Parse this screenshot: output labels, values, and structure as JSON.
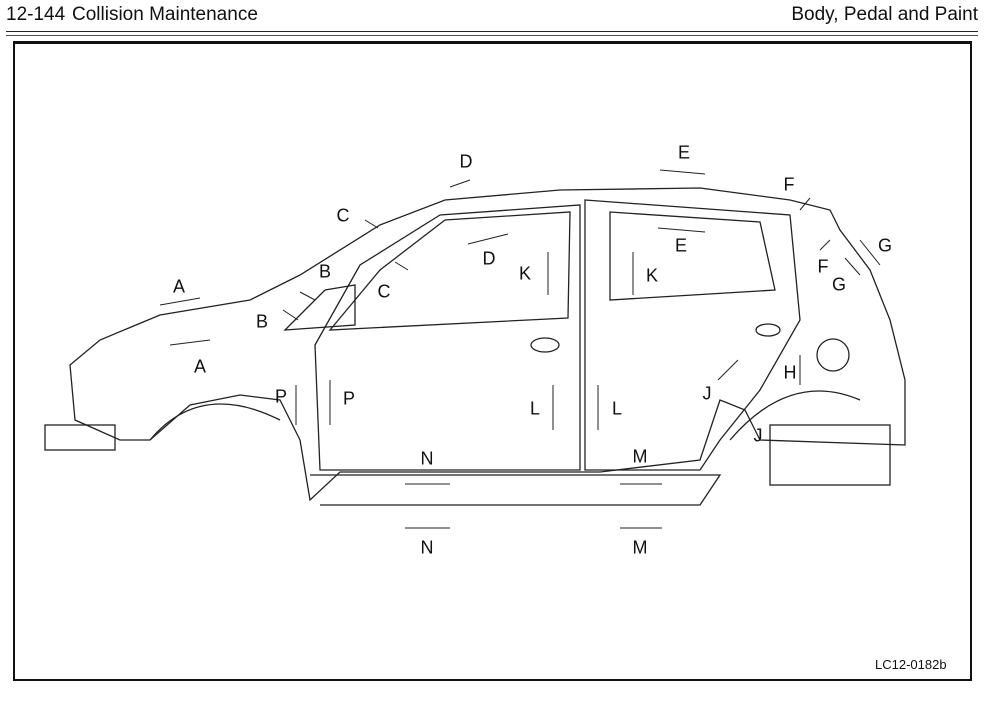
{
  "header": {
    "page_number": "12-144",
    "section": "Collision Maintenance",
    "chapter": "Body, Pedal and Paint"
  },
  "figure": {
    "labels": [
      "A",
      "A",
      "B",
      "B",
      "C",
      "C",
      "D",
      "D",
      "E",
      "E",
      "F",
      "F",
      "G",
      "G",
      "K",
      "K",
      "P",
      "P",
      "L",
      "L",
      "J",
      "J",
      "H",
      "N",
      "N",
      "M",
      "M"
    ],
    "code": "LC12-0182b"
  }
}
